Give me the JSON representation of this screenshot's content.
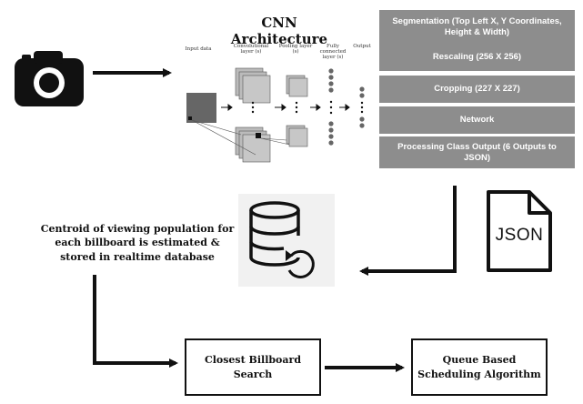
{
  "cnn": {
    "title": "CNN Architecture",
    "labels": {
      "input": "Input data",
      "conv": "Convolutional layer (s)",
      "pool": "Pooling layer (s)",
      "fc": "Fully connected layer (s)",
      "output": "Output"
    }
  },
  "pipeline": [
    "Segmentation (Top Left X, Y Coordinates, Height & Width)",
    "Rescaling (256 X 256)",
    "Cropping (227 X 227)",
    "Network",
    "Processing Class Output (6 Outputs to JSON)"
  ],
  "json_icon_text": "JSON",
  "centroid_text": "Centroid of viewing population for each billboard is estimated & stored in realtime database",
  "closest_search": "Closest Billboard Search",
  "queue_scheduling": "Queue Based Scheduling Algorithm",
  "colors": {
    "pipeline_bg": "#8d8d8d",
    "pipeline_text": "#ffffff",
    "ink": "#111111"
  },
  "icons": [
    "camera-icon",
    "database-sync-icon",
    "json-file-icon"
  ]
}
